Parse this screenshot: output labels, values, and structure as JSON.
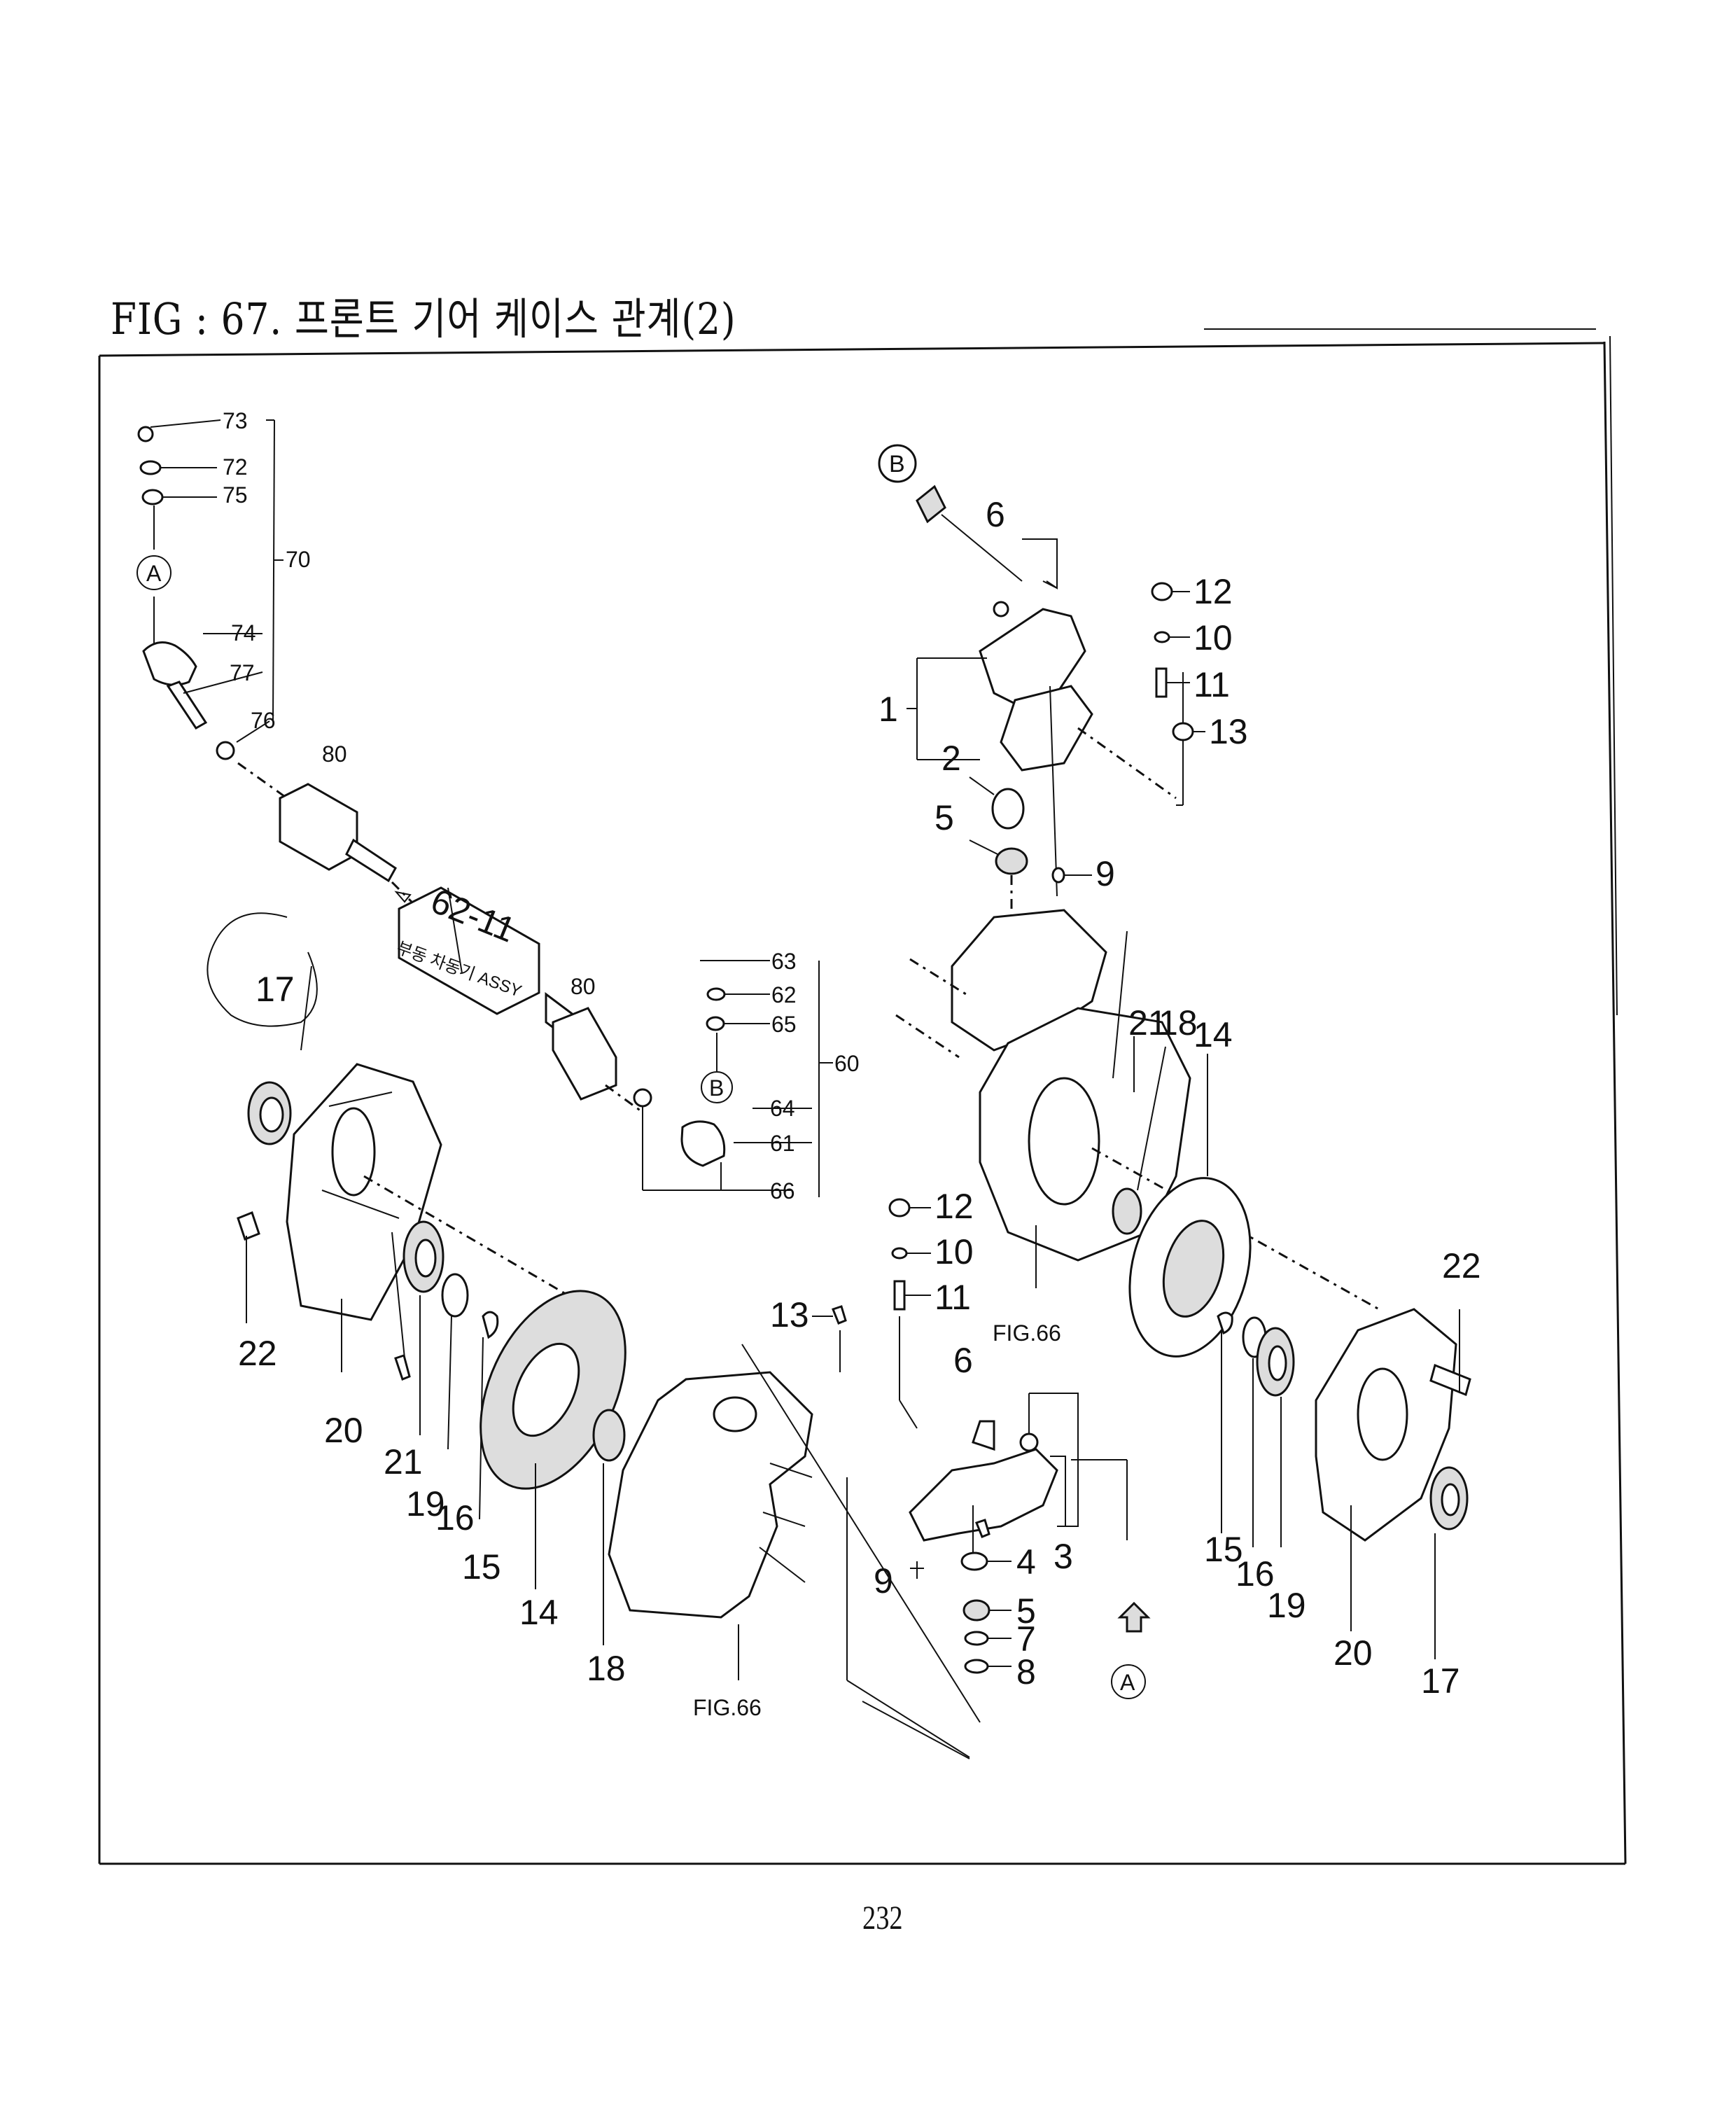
{
  "title": "FIG : 67. 프론트 기어 케이스 관계(2)",
  "page_number": "232",
  "callouts": {
    "n73": "73",
    "n72": "72",
    "n75": "75",
    "n70": "70",
    "cA1": "A",
    "n74": "74",
    "n77": "77",
    "n76": "76",
    "n80a": "80",
    "n62_11": "62-11",
    "note_62": "부동 차동기 ASSY",
    "n80b": "80",
    "n63": "63",
    "n62": "62",
    "n65": "65",
    "n60": "60",
    "cB1": "B",
    "n64": "64",
    "n61": "61",
    "n66": "66",
    "n17a": "17",
    "n22a": "22",
    "n20a": "20",
    "n21a": "21",
    "n19a": "19",
    "n16a": "16",
    "n15a": "15",
    "n14a": "14",
    "n18a": "18",
    "fig66a": "FIG.66",
    "cB2": "B",
    "n6a": "6",
    "n12a": "12",
    "n10a": "10",
    "n11a": "11",
    "n13a": "13",
    "n1": "1",
    "n2": "2",
    "n5a": "5",
    "n9a": "9",
    "n21b": "21",
    "n18b": "18",
    "n14b": "14",
    "fig66b": "FIG.66",
    "n22b": "22",
    "n12b": "12",
    "n10b": "10",
    "n11b": "11",
    "n13b": "13",
    "n6b": "6",
    "n9b": "9",
    "n4": "4",
    "n3": "3",
    "n5b": "5",
    "n7": "7",
    "n8": "8",
    "cA2": "A",
    "n15b": "15",
    "n16b": "16",
    "n19b": "19",
    "n20b": "20",
    "n17b": "17"
  }
}
